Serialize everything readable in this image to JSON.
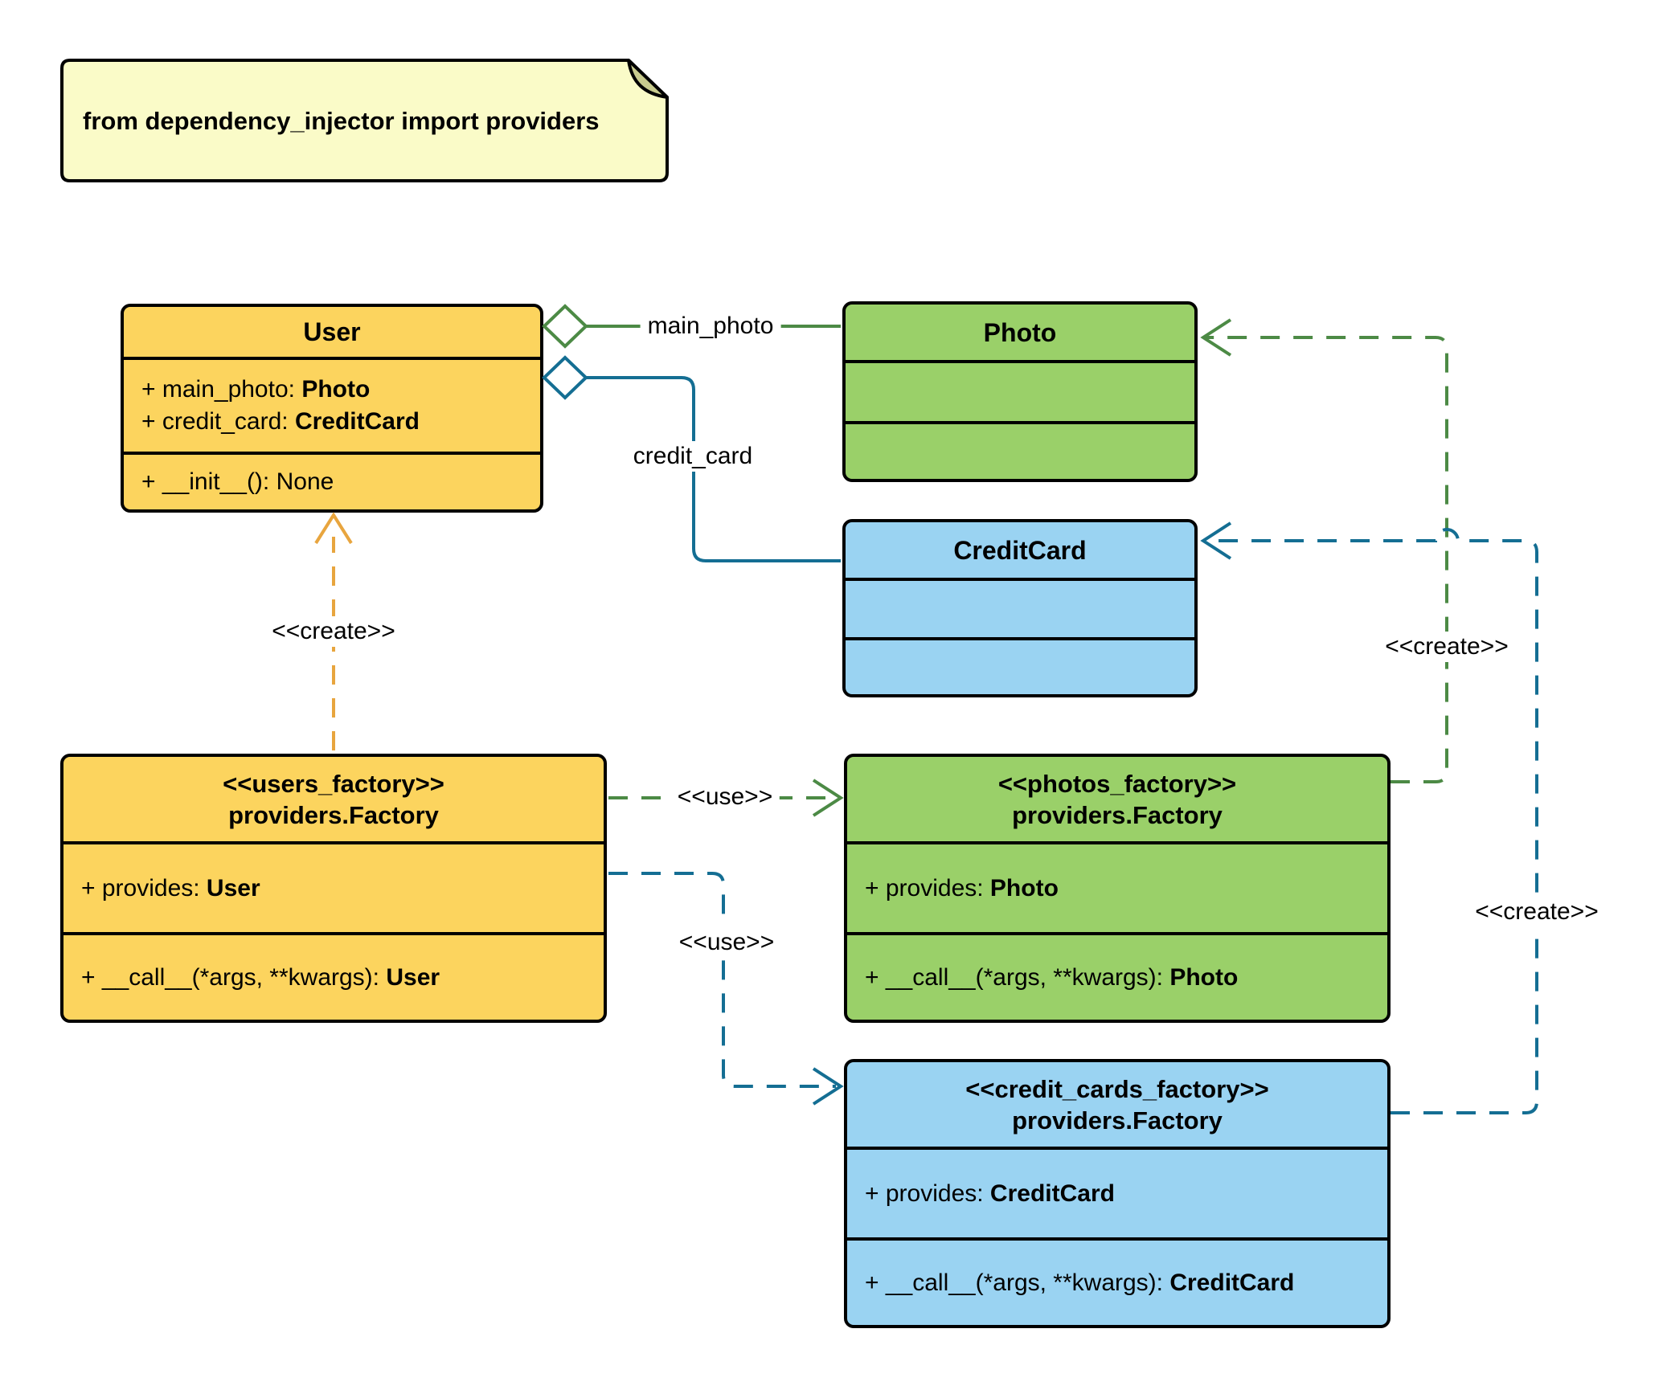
{
  "note": {
    "text": "from dependency_injector import providers"
  },
  "classes": {
    "user": {
      "title": "User",
      "attributes": [
        {
          "label": "+ main_photo: ",
          "type": "Photo"
        },
        {
          "label": "+ credit_card: ",
          "type": "CreditCard"
        }
      ],
      "methods": [
        {
          "label": "+ __init__(): None",
          "type": ""
        }
      ]
    },
    "photo": {
      "title": "Photo"
    },
    "credit_card": {
      "title": "CreditCard"
    },
    "users_factory": {
      "stereotype": "<<users_factory>>",
      "title": "providers.Factory",
      "attributes": [
        {
          "label": "+ provides: ",
          "type": "User"
        }
      ],
      "methods": [
        {
          "label": "+ __call__(*args, **kwargs): ",
          "type": "User"
        }
      ]
    },
    "photos_factory": {
      "stereotype": "<<photos_factory>>",
      "title": "providers.Factory",
      "attributes": [
        {
          "label": "+ provides: ",
          "type": "Photo"
        }
      ],
      "methods": [
        {
          "label": "+ __call__(*args, **kwargs): ",
          "type": "Photo"
        }
      ]
    },
    "credit_cards_factory": {
      "stereotype": "<<credit_cards_factory>>",
      "title": "providers.Factory",
      "attributes": [
        {
          "label": "+ provides: ",
          "type": "CreditCard"
        }
      ],
      "methods": [
        {
          "label": "+ __call__(*args, **kwargs): ",
          "type": "CreditCard"
        }
      ]
    }
  },
  "edges": {
    "main_photo": {
      "label": "main_photo"
    },
    "credit_card": {
      "label": "credit_card"
    },
    "use_photos": {
      "label": "<<use>>"
    },
    "use_credit_cards": {
      "label": "<<use>>"
    },
    "create_user": {
      "label": "<<create>>"
    },
    "create_photo": {
      "label": "<<create>>"
    },
    "create_credit_card": {
      "label": "<<create>>"
    }
  },
  "colors": {
    "canvas": "#FFFFFF",
    "yellow_fill": "#FCD45E",
    "yellow_stroke": "#E8A53E",
    "green_fill": "#9AD069",
    "green_stroke": "#4C8A45",
    "blue_fill": "#9AD3F2",
    "blue_stroke": "#146E93",
    "note_fill": "#FAFBC8",
    "note_fold": "#C8CB8E"
  }
}
